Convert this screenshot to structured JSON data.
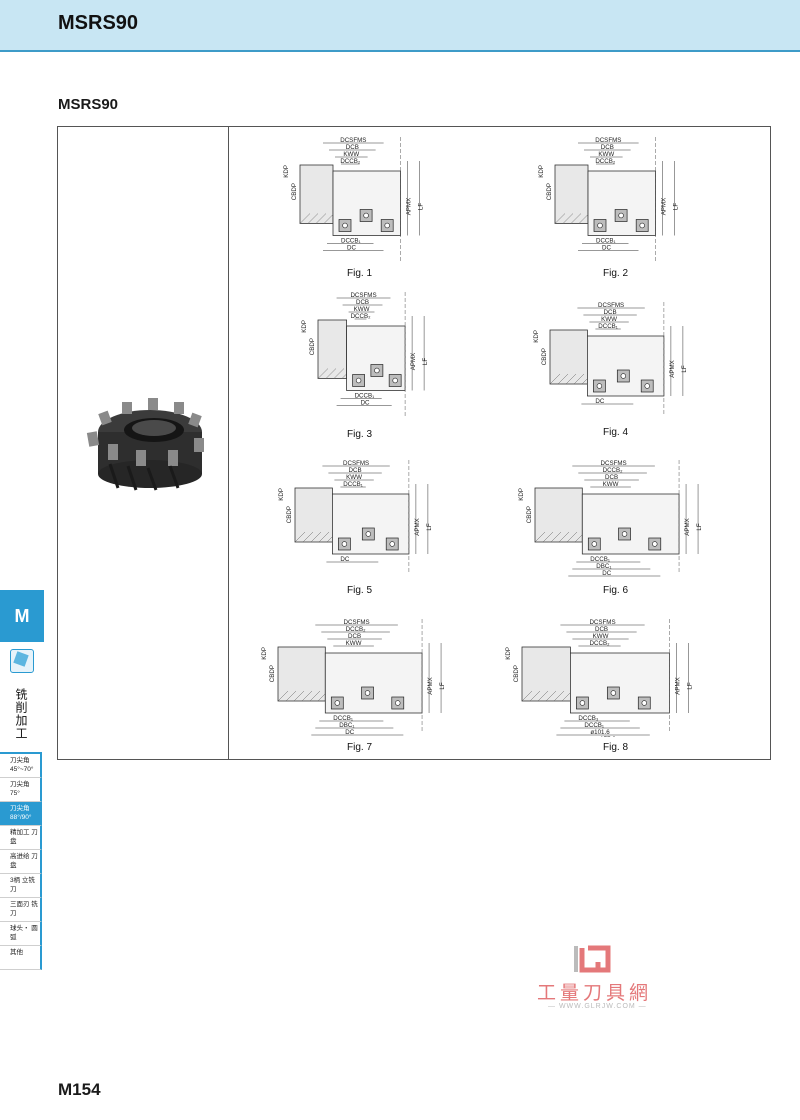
{
  "header": {
    "title": "MSRS90"
  },
  "section": {
    "title": "MSRS90"
  },
  "figures": [
    {
      "caption": "Fig. 1",
      "labels": [
        "DCSFMS",
        "DCB",
        "KWW",
        "KDP",
        "CBDP",
        "LF",
        "APMX",
        "DCCB₂",
        "DCCB₁",
        "DC"
      ]
    },
    {
      "caption": "Fig. 2",
      "labels": [
        "DCSFMS",
        "DCB",
        "KWW",
        "KDP",
        "CBDP",
        "LF",
        "APMX",
        "DCCB₂",
        "DCCB₁",
        "DC"
      ]
    },
    {
      "caption": "Fig. 3",
      "labels": [
        "DCSFMS",
        "DCB",
        "KWW",
        "KDP",
        "CBDP",
        "LF",
        "APMX",
        "DCCB₂",
        "DCCB₁",
        "DC"
      ]
    },
    {
      "caption": "Fig. 4",
      "labels": [
        "DCSFMS",
        "DCB",
        "KWW",
        "KDP",
        "CBDP",
        "LF",
        "APMX",
        "DCCB₁",
        "DC"
      ]
    },
    {
      "caption": "Fig. 5",
      "labels": [
        "DCSFMS",
        "DCB",
        "KWW",
        "KDP",
        "CBDP",
        "LF",
        "APMX",
        "DCCB₁",
        "DC"
      ]
    },
    {
      "caption": "Fig. 6",
      "labels": [
        "DCSFMS",
        "DCCB₂",
        "DCB",
        "KWW",
        "KDP",
        "CBDP",
        "LF",
        "APMX",
        "DCCB₁",
        "DBC₁",
        "DC"
      ]
    },
    {
      "caption": "Fig. 7",
      "labels": [
        "DCSFMS",
        "DCCB₂",
        "DCB",
        "KWW",
        "KDP",
        "CBDP",
        "LF",
        "APMX",
        "DCCB₁",
        "DBC₁",
        "DC"
      ]
    },
    {
      "caption": "Fig. 8",
      "labels": [
        "DCSFMS",
        "DCB",
        "KWW",
        "DCCB₂",
        "DCCB₃",
        "KDP",
        "CBDP",
        "LF",
        "APMX",
        "DCCB₁",
        "ø101.6",
        "ø177.8",
        "DC"
      ]
    }
  ],
  "tab": {
    "letter": "M",
    "label": "铣削加工"
  },
  "sidenav": [
    {
      "label": "刀尖角 45°~70°",
      "active": false
    },
    {
      "label": "刀尖角 75°",
      "active": false
    },
    {
      "label": "刀尖角 88°/90°",
      "active": true
    },
    {
      "label": "精加工 刀盘",
      "active": false
    },
    {
      "label": "高进给 刀盘",
      "active": false
    },
    {
      "label": "3柄 立铣刀",
      "active": false
    },
    {
      "label": "三面刃 铣刀",
      "active": false
    },
    {
      "label": "球头・ 圆弧",
      "active": false
    },
    {
      "label": "其他",
      "active": false
    }
  ],
  "watermark": {
    "text": "工量刀具網",
    "url": "WWW.GLRJW.COM"
  },
  "footer": {
    "page": "M154"
  },
  "colors": {
    "header_bg": "#c8e6f3",
    "accent": "#2a9ad1",
    "watermark": "#e4787a"
  }
}
